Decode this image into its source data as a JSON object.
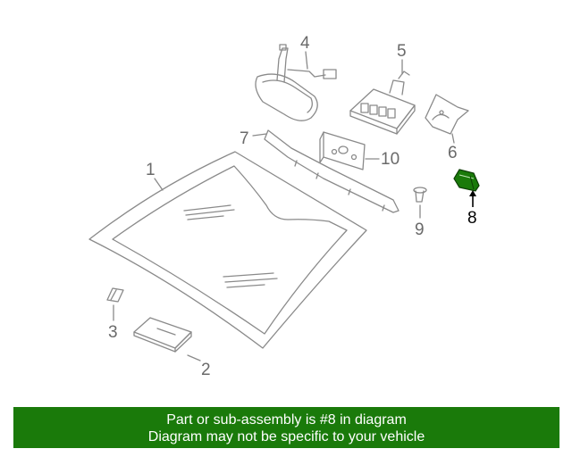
{
  "diagram": {
    "callouts": [
      {
        "id": "1",
        "label": "1"
      },
      {
        "id": "2",
        "label": "2"
      },
      {
        "id": "3",
        "label": "3"
      },
      {
        "id": "4",
        "label": "4"
      },
      {
        "id": "5",
        "label": "5"
      },
      {
        "id": "6",
        "label": "6"
      },
      {
        "id": "7",
        "label": "7"
      },
      {
        "id": "8",
        "label": "8"
      },
      {
        "id": "9",
        "label": "9"
      },
      {
        "id": "10",
        "label": "10"
      }
    ],
    "highlighted_part": "8",
    "colors": {
      "line": "#8a8a8a",
      "highlight": "#1a7a0a",
      "banner": "#1a7a0a"
    }
  },
  "banner": {
    "line1": "Part or sub-assembly is #8 in diagram",
    "line2": "Diagram may not be specific to your vehicle"
  }
}
